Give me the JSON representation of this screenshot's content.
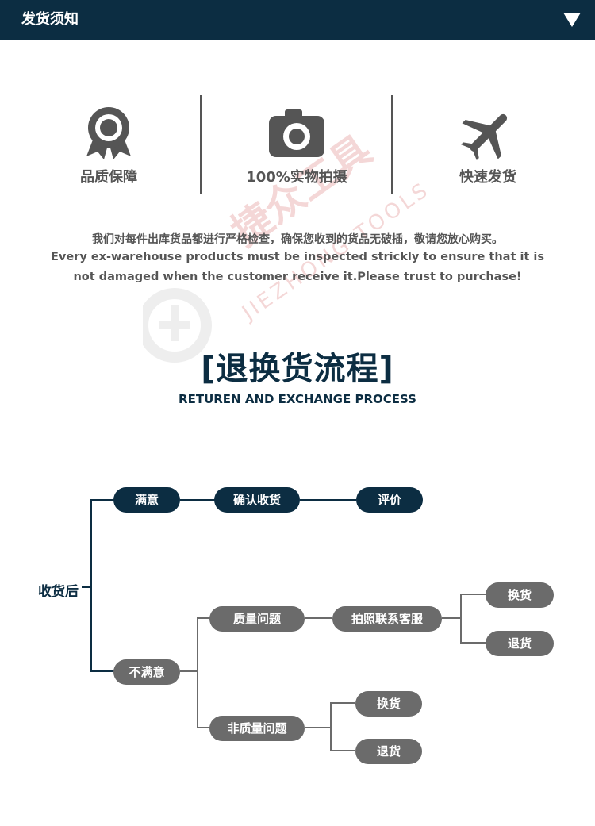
{
  "header": {
    "title": "发货须知",
    "toggle_icon": "triangle-down-icon"
  },
  "watermark": {
    "brand_cn": "捷众工具",
    "brand_en": "JIEZHONG TOOLS",
    "logo_icon": "circle-logo-icon"
  },
  "features": [
    {
      "label": "品质保障",
      "icon": "award-badge-icon"
    },
    {
      "label": "100%实物拍摄",
      "icon": "camera-icon"
    },
    {
      "label": "快速发货",
      "icon": "airplane-icon"
    }
  ],
  "description": {
    "cn": "我们对每件出库货品都进行严格检查，确保您收到的货品无破插，敬请您放心购买。",
    "en_line1": "Every ex-warehouse products must be inspected strickly to ensure that it is",
    "en_line2": "not damaged when the customer receive it.Please trust to purchase!"
  },
  "section": {
    "title_cn": "[退换货流程]",
    "title_en": "RETUREN AND EXCHANGE PROCESS"
  },
  "flowchart": {
    "root": "收货后",
    "satisfied": "满意",
    "confirm_receipt": "确认收货",
    "review": "评价",
    "unsatisfied": "不满意",
    "quality_issue": "质量问题",
    "photo_contact": "拍照联系客服",
    "exchange_a": "换货",
    "return_a": "退货",
    "non_quality_issue": "非质量问题",
    "exchange_b": "换货",
    "return_b": "退货"
  },
  "colors": {
    "primary": "#0c2d42",
    "node_gray": "#6b6b6b",
    "text_gray": "#555555",
    "watermark": "#e8a8a8"
  }
}
